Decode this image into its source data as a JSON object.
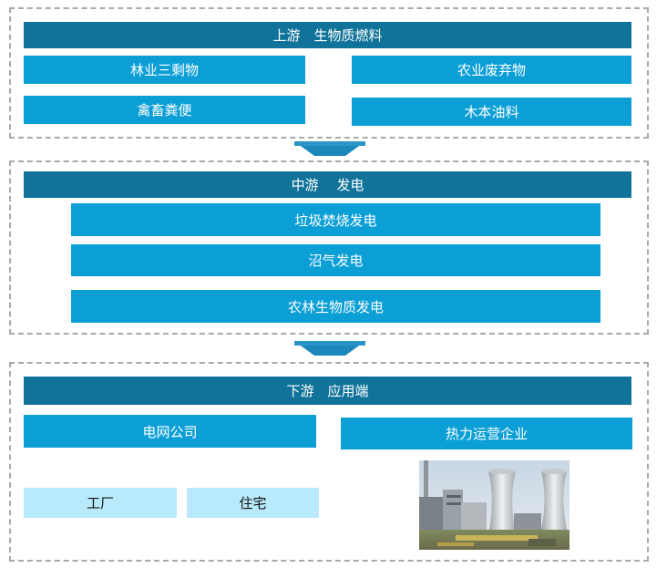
{
  "upstream": {
    "header": "上游　生物质燃料",
    "items": [
      "林业三剩物",
      "农业废弃物",
      "禽畜粪便",
      "木本油料"
    ]
  },
  "midstream": {
    "header": "中游　 发电",
    "items": [
      "垃圾焚烧发电",
      "沼气发电",
      "农林生物质发电"
    ]
  },
  "downstream": {
    "header": "下游　应用端",
    "items": [
      "电网公司",
      "热力运营企业"
    ],
    "sub_items": [
      "工厂",
      "住宅"
    ]
  },
  "colors": {
    "header_bg": "#11739a",
    "item_bg": "#0b9fd6",
    "sub_item_bg": "#b9eafb",
    "arrow": "#1b87bb",
    "dashed_border": "#a9a9a9"
  },
  "image": {
    "icon": "power-plant-cooling-towers-photo"
  }
}
